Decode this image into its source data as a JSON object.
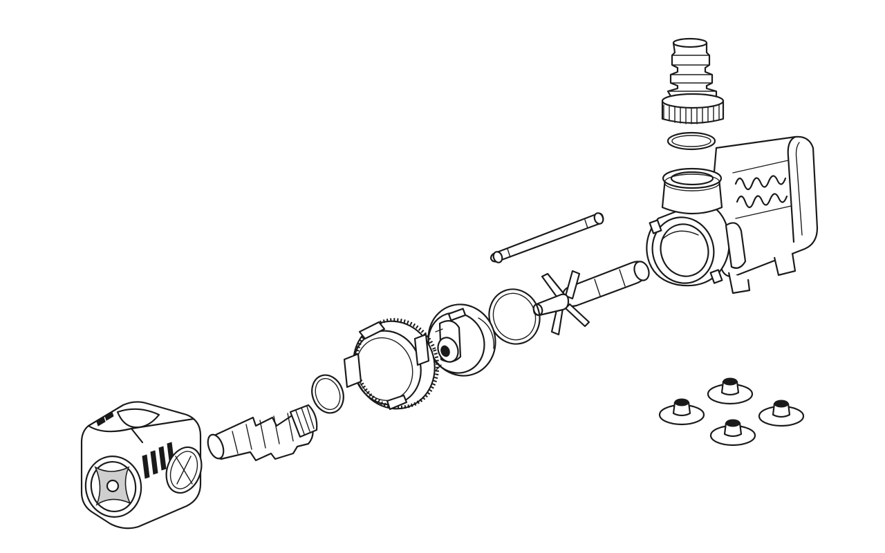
{
  "diagram": {
    "type": "exploded-view",
    "subject": "submersible-pump",
    "parts": [
      {
        "id": "outlet-fitting",
        "icon": "hose-barb-fitting-icon"
      },
      {
        "id": "outlet-o-ring",
        "icon": "o-ring-icon"
      },
      {
        "id": "pump-body",
        "icon": "pump-housing-icon"
      },
      {
        "id": "impeller-shaft",
        "icon": "shaft-icon"
      },
      {
        "id": "impeller",
        "icon": "impeller-icon"
      },
      {
        "id": "volute-o-ring",
        "icon": "o-ring-icon"
      },
      {
        "id": "impeller-cover",
        "icon": "impeller-cover-icon"
      },
      {
        "id": "lock-ring",
        "icon": "lock-ring-icon"
      },
      {
        "id": "inlet-o-ring",
        "icon": "o-ring-icon"
      },
      {
        "id": "inlet-fitting",
        "icon": "hose-barb-fitting-icon"
      },
      {
        "id": "prefilter-cage",
        "icon": "prefilter-cage-icon"
      },
      {
        "id": "suction-cups",
        "icon": "suction-cup-icon",
        "count": 4
      }
    ],
    "colors": {
      "line": "#1a1a1a",
      "background": "#ffffff"
    }
  }
}
